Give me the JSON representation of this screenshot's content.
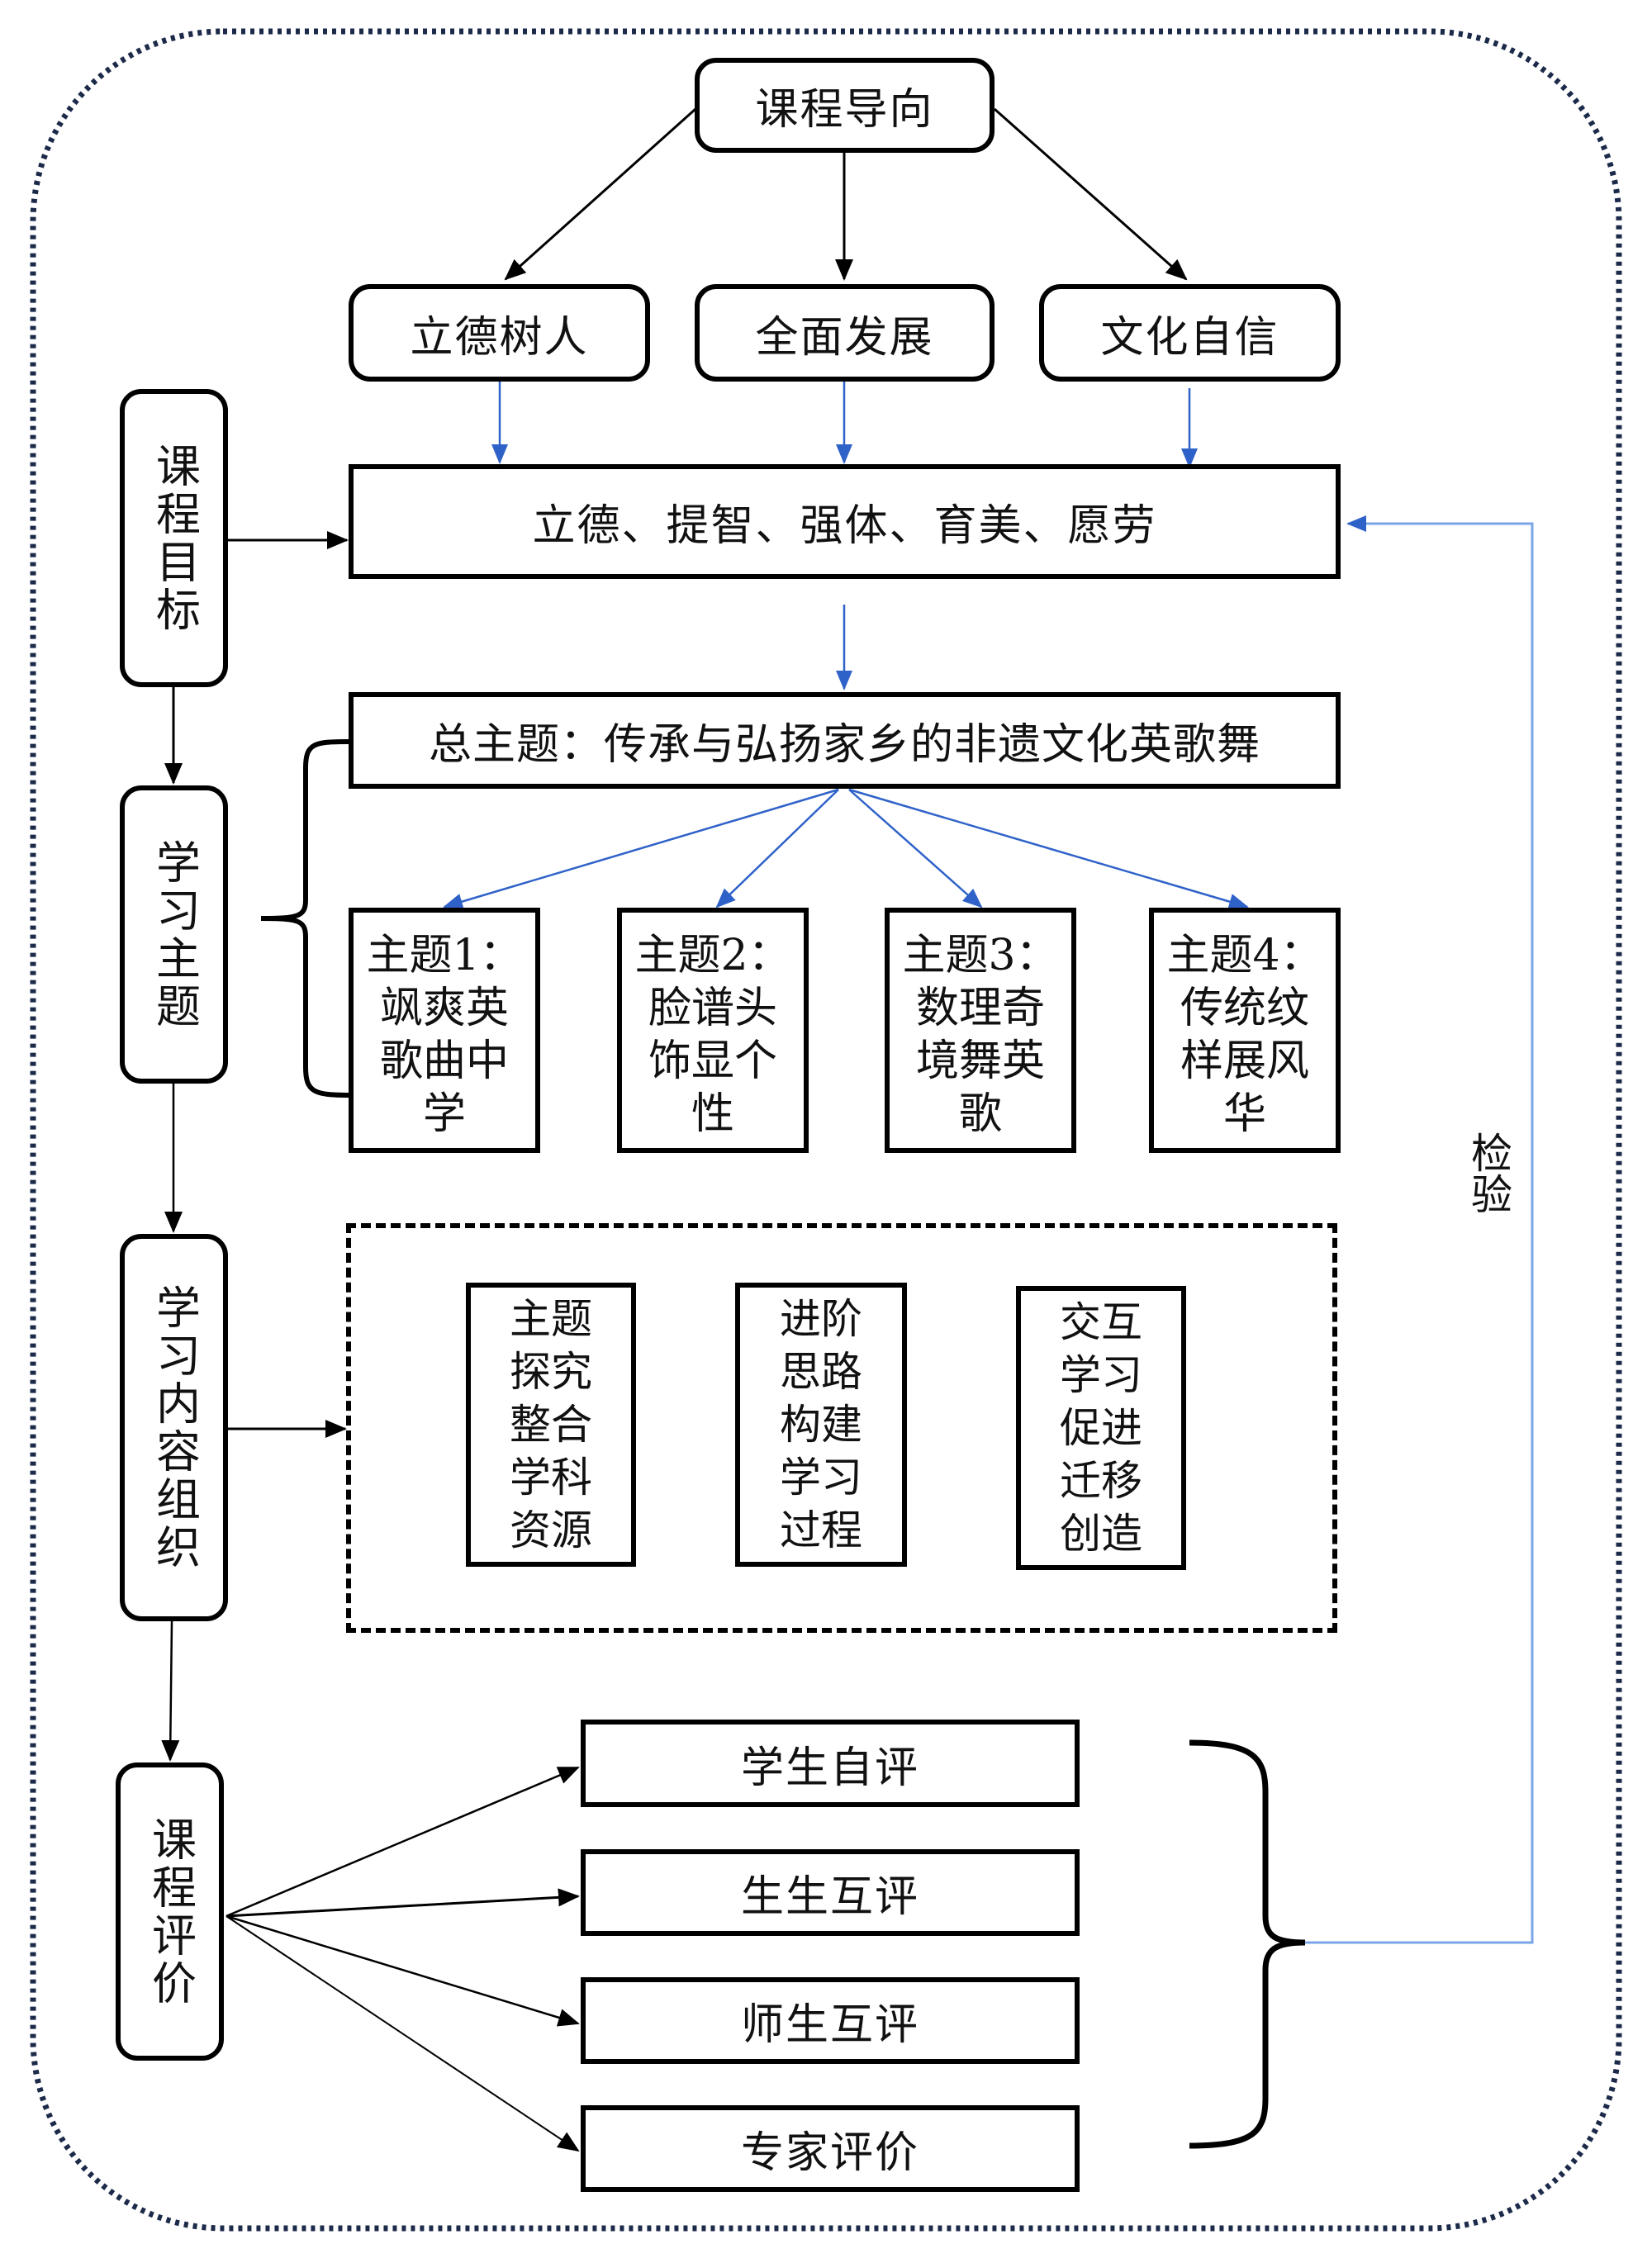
{
  "diagram": {
    "top": {
      "title": "课程导向"
    },
    "orientation_items": [
      "立德树人",
      "全面发展",
      "文化自信"
    ],
    "goals_box": "立德、提智、强体、育美、愿劳",
    "overall_theme": "总主题：传承与弘扬家乡的非遗文化英歌舞",
    "themes": [
      {
        "heading": "主题1：",
        "text": "飒爽英歌曲中学"
      },
      {
        "heading": "主题2：",
        "text": "脸谱头饰显个性"
      },
      {
        "heading": "主题3：",
        "text": "数理奇境舞英歌"
      },
      {
        "heading": "主题4：",
        "text": "传统纹样展风华"
      }
    ],
    "content_items": [
      "主题探究整合学科资源",
      "进阶思路构建学习过程",
      "交互学习促进迁移创造"
    ],
    "stages": [
      "课程目标",
      "学习主题",
      "学习内容组织",
      "课程评价"
    ],
    "evaluations": [
      "学生自评",
      "生生互评",
      "师生互评",
      "专家评价"
    ],
    "feedback_label": "检验",
    "colors": {
      "black": "#000000",
      "blue_arrow": "#2f62c9",
      "loop_line": "#7aa6e8",
      "dotted_border": "#1c2a4a"
    }
  }
}
